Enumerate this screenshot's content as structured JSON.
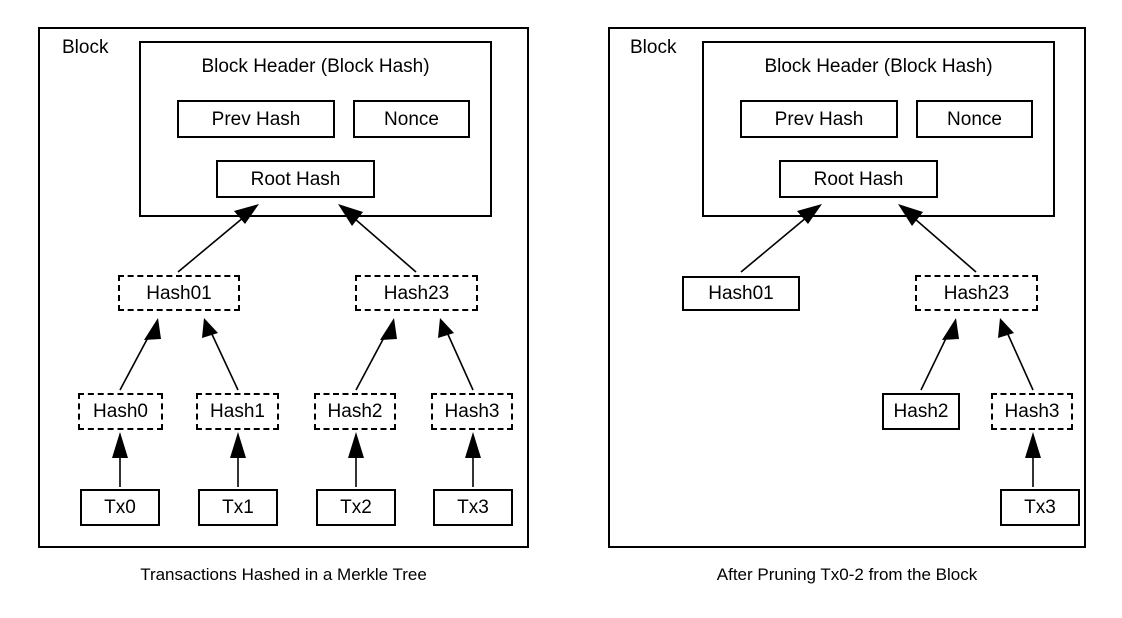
{
  "figure": {
    "title": "Merkle tree block pruning diagram",
    "stroke_color": "#000000",
    "background_color": "#ffffff"
  },
  "panels": [
    {
      "id": "left",
      "block_label": "Block",
      "caption": "Transactions Hashed in a Merkle Tree",
      "header": {
        "title": "Block Header (Block Hash)",
        "fields": [
          {
            "label": "Prev Hash",
            "style": "solid"
          },
          {
            "label": "Nonce",
            "style": "solid"
          },
          {
            "label": "Root Hash",
            "style": "solid"
          }
        ]
      },
      "hash_level_1": [
        {
          "label": "Hash01",
          "style": "dashed"
        },
        {
          "label": "Hash23",
          "style": "dashed"
        }
      ],
      "hash_level_0": [
        {
          "label": "Hash0",
          "style": "dashed"
        },
        {
          "label": "Hash1",
          "style": "dashed"
        },
        {
          "label": "Hash2",
          "style": "dashed"
        },
        {
          "label": "Hash3",
          "style": "dashed"
        }
      ],
      "transactions": [
        {
          "label": "Tx0",
          "style": "solid"
        },
        {
          "label": "Tx1",
          "style": "solid"
        },
        {
          "label": "Tx2",
          "style": "solid"
        },
        {
          "label": "Tx3",
          "style": "solid"
        }
      ]
    },
    {
      "id": "right",
      "block_label": "Block",
      "caption": "After Pruning Tx0-2 from the Block",
      "header": {
        "title": "Block Header (Block Hash)",
        "fields": [
          {
            "label": "Prev Hash",
            "style": "solid"
          },
          {
            "label": "Nonce",
            "style": "solid"
          },
          {
            "label": "Root Hash",
            "style": "solid"
          }
        ]
      },
      "hash_level_1": [
        {
          "label": "Hash01",
          "style": "solid"
        },
        {
          "label": "Hash23",
          "style": "dashed"
        }
      ],
      "hash_level_0": [
        {
          "label": "Hash2",
          "style": "solid"
        },
        {
          "label": "Hash3",
          "style": "dashed"
        }
      ],
      "transactions": [
        {
          "label": "Tx3",
          "style": "solid"
        }
      ]
    }
  ]
}
